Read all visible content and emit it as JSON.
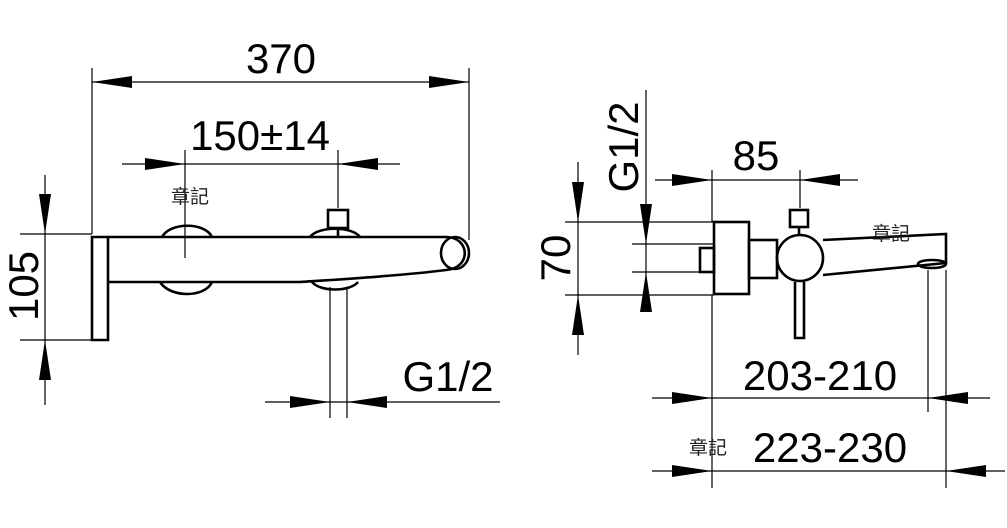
{
  "dimensions": {
    "overall_length": "370",
    "center_distance": "150±14",
    "height": "105",
    "inlet_thread_left": "G1/2",
    "inlet_thread_right": "G1/2",
    "body_depth": "85",
    "body_height": "70",
    "projection_short": "203-210",
    "projection_long": "223-230"
  },
  "watermarks": [
    "章記",
    "章記",
    "章記"
  ]
}
